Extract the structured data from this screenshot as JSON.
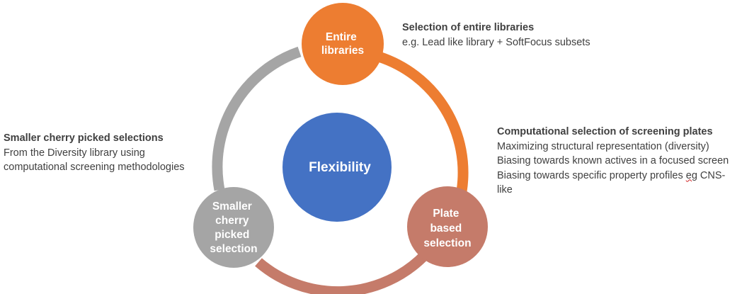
{
  "center": {
    "label": "Flexibility",
    "color": "#4472C4"
  },
  "nodes": {
    "entire": {
      "lines": [
        "Entire",
        "libraries"
      ],
      "color": "#ED7D31"
    },
    "plate": {
      "lines": [
        "Plate",
        "based",
        "selection"
      ],
      "color": "#C57B6A"
    },
    "cherry": {
      "lines": [
        "Smaller",
        "cherry",
        "picked",
        "selection"
      ],
      "color": "#A5A5A5"
    }
  },
  "arcs": {
    "right_color": "#ED7D31",
    "bottom_color": "#C57B6A",
    "left_color": "#A5A5A5"
  },
  "annotations": {
    "entire": {
      "heading": "Selection of entire libraries",
      "lines": [
        "e.g. Lead like library + SoftFocus subsets"
      ]
    },
    "plate": {
      "heading": "Computational selection of screening plates",
      "lines": [
        "Maximizing structural representation (diversity)",
        "Biasing towards known actives in a focused screen"
      ],
      "line3_prefix": "Biasing towards specific property profiles ",
      "line3_flagged": "eg",
      "line3_suffix": " CNS-",
      "line4": "like"
    },
    "cherry": {
      "heading": "Smaller cherry picked selections",
      "lines": [
        "From the Diversity library using",
        "computational screening methodologies"
      ]
    }
  }
}
